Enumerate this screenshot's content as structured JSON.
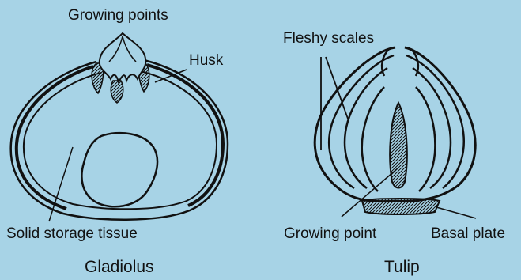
{
  "diagram": {
    "gladiolus": {
      "title": "Gladiolus",
      "labels": {
        "growing_points": "Growing points",
        "husk": "Husk",
        "solid_storage_tissue": "Solid storage tissue"
      }
    },
    "tulip": {
      "title": "Tulip",
      "labels": {
        "fleshy_scales": "Fleshy scales",
        "growing_point": "Growing point",
        "basal_plate": "Basal plate"
      }
    }
  },
  "colors": {
    "background": "#a7d3e6",
    "ink": "#111111"
  }
}
